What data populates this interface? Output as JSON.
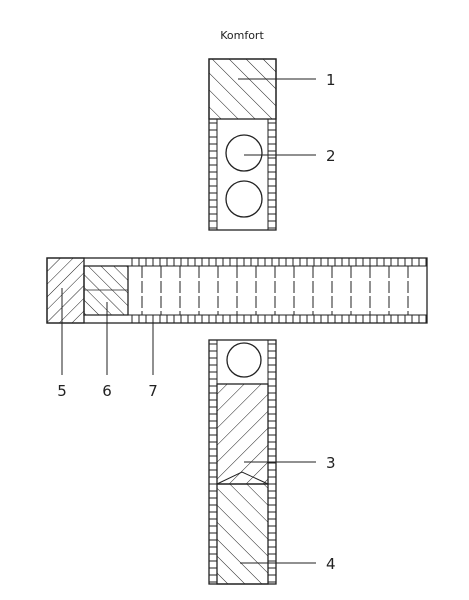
{
  "title": "Komfort",
  "labels": {
    "l1": "1",
    "l2": "2",
    "l3": "3",
    "l4": "4",
    "l5": "5",
    "l6": "6",
    "l7": "7"
  },
  "colors": {
    "ink": "#222222",
    "paper": "#ffffff"
  }
}
